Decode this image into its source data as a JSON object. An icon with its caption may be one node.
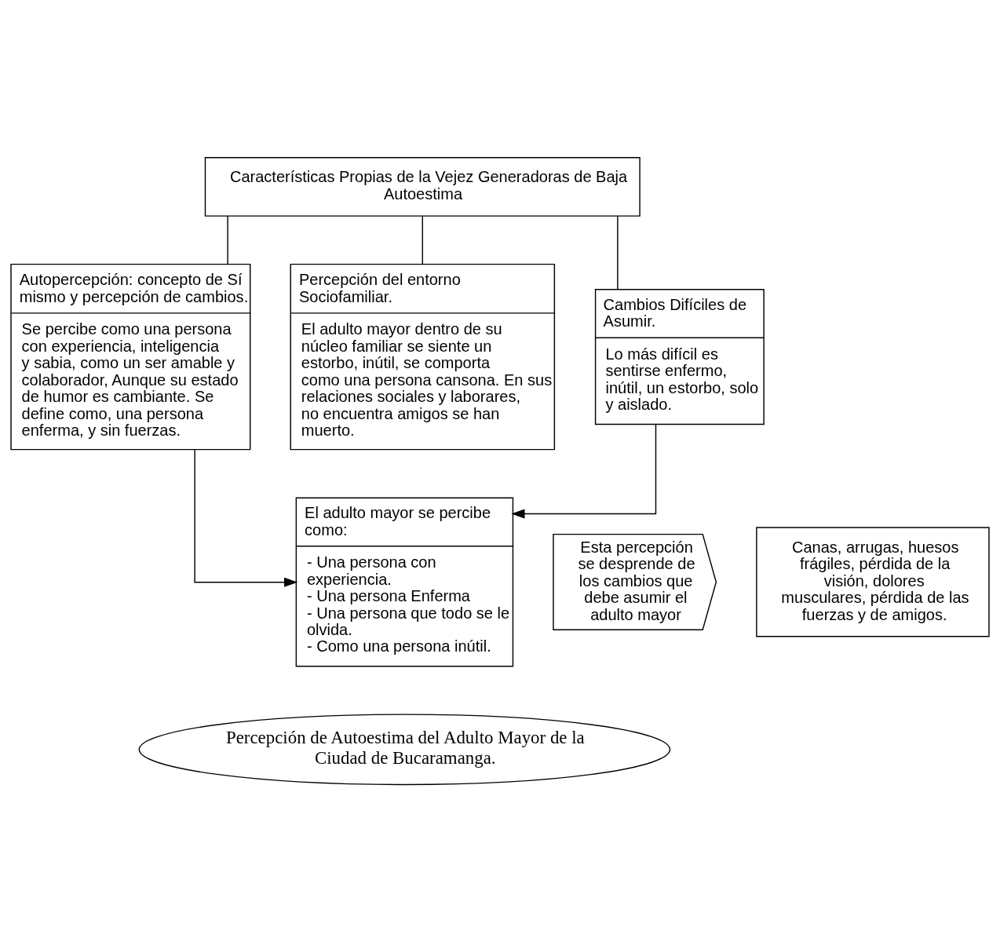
{
  "diagram": {
    "nodes": [
      {
        "text": [
          "Características Propias de la Vejez Generadoras de Baja Autoestima"
        ]
      },
      {
        "text": [
          "Autopercepción: concepto de Sí mismo y percepción de cambios.",
          "Se percibe como una persona con experiencia, inteligencia y sabia, como un ser amable y colaborador, Aunque su estado de humor es cambiante. Se define como, una persona enferma, y sin fuerzas."
        ]
      },
      {
        "text": [
          "Percepción del entorno Sociofamiliar.",
          "El adulto mayor dentro de su núcleo familiar se siente un estorbo, inútil, se comporta como una persona cansona. En sus relaciones sociales y laborares, no encuentra amigos se han muerto."
        ]
      },
      {
        "text": [
          "Cambios Difíciles de Asumir.",
          "Lo más difícil es sentirse enfermo, inútil, un estorbo, solo y aislado."
        ]
      },
      {
        "text": [
          "El adulto mayor se percibe como:",
          "- Una persona con experiencia.",
          "- Una persona Enferma",
          "- Una persona que todo se le olvida.",
          "- Como una persona inútil."
        ]
      },
      {
        "text": [
          "Esta percepción se desprende de los cambios que debe asumir el adulto mayor"
        ]
      },
      {
        "text": [
          "Canas, arrugas, huesos frágiles, pérdida de la visión, dolores musculares, pérdida de las fuerzas y de amigos."
        ]
      },
      {
        "text": [
          "Percepción de Autoestima del Adulto Mayor de la Ciudad de Bucaramanga."
        ]
      }
    ],
    "edges": [
      {
        "from": 0,
        "to": 1,
        "arrow": "none"
      },
      {
        "from": 0,
        "to": 2,
        "arrow": "none"
      },
      {
        "from": 0,
        "to": 3,
        "arrow": "none"
      },
      {
        "from": 1,
        "to": 4,
        "arrow": "to"
      },
      {
        "from": 3,
        "to": 4,
        "arrow": "to"
      }
    ]
  }
}
